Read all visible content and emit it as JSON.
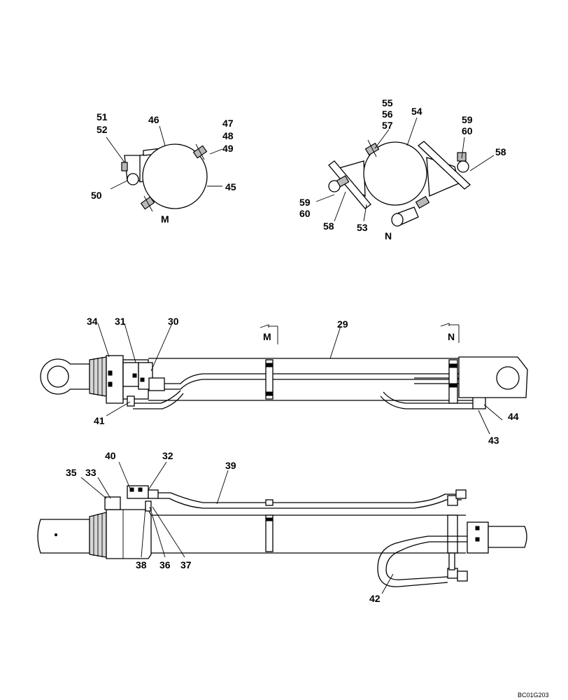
{
  "callouts": {
    "c29": "29",
    "c30": "30",
    "c31": "31",
    "c32": "32",
    "c33": "33",
    "c34": "34",
    "c35": "35",
    "c36": "36",
    "c37": "37",
    "c38": "38",
    "c39": "39",
    "c40": "40",
    "c41": "41",
    "c42": "42",
    "c43": "43",
    "c44": "44",
    "c45": "45",
    "c46": "46",
    "c47": "47",
    "c48": "48",
    "c49": "49",
    "c50": "50",
    "c51": "51",
    "c52": "52",
    "c53": "53",
    "c54": "54",
    "c55": "55",
    "c56": "56",
    "c57": "57",
    "c58": "58",
    "c59a": "59",
    "c60a": "60",
    "c59b": "59",
    "c60b": "60"
  },
  "view_labels": {
    "detail_m": "M",
    "detail_n": "N",
    "section_m": "M",
    "section_n": "N"
  },
  "reference_code": "BC01G203"
}
